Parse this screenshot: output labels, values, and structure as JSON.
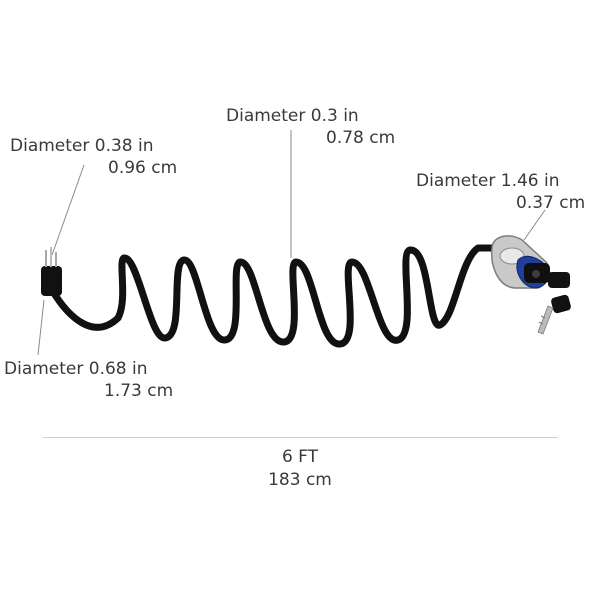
{
  "callouts": {
    "tip": {
      "line1": "Diameter 0.38 in",
      "line2": "0.96 cm"
    },
    "coil": {
      "line1": "Diameter 0.3 in",
      "line2": "0.78 cm"
    },
    "head": {
      "line1": "Diameter 1.46 in",
      "line2": "0.37 cm"
    },
    "base": {
      "line1": "Diameter 0.68 in",
      "line2": "1.73 cm"
    }
  },
  "length": {
    "imperial": "6 FT",
    "metric": "183 cm"
  },
  "colors": {
    "cable": "#111111",
    "lock_body": "#c8c8c8",
    "lock_accent": "#1f3f9f",
    "leader": "#888888"
  }
}
